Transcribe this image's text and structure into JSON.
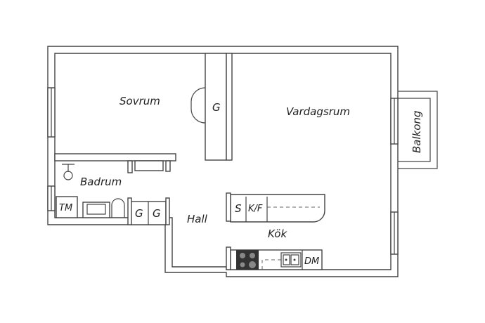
{
  "rooms": {
    "sovrum": "Sovrum",
    "vardagsrum": "Vardagsrum",
    "balkong": "Balkong",
    "badrum": "Badrum",
    "hall": "Hall",
    "kok": "Kök"
  },
  "fixtures": {
    "closet_bedroom": "G",
    "closet_hall_1": "G",
    "closet_hall_2": "G",
    "washing_machine": "TM",
    "freezer": "S",
    "fridge_freezer": "K/F",
    "dishwasher": "DM"
  }
}
